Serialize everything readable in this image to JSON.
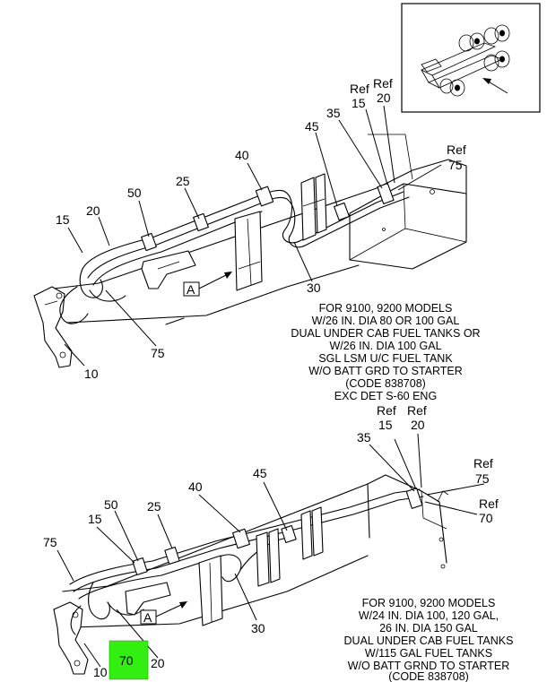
{
  "inset": {
    "label": "vehicle-location-inset"
  },
  "top_view": {
    "callouts": {
      "c15": "15",
      "c20": "20",
      "c50": "50",
      "c25": "25",
      "c40": "40",
      "c45": "45",
      "c35": "35",
      "c30": "30",
      "c75": "75",
      "c10": "10",
      "ref15_a": "Ref",
      "ref15_b": "15",
      "ref20_a": "Ref",
      "ref20_b": "20",
      "ref75_a": "Ref",
      "ref75_b": "75"
    },
    "view_tag": "A",
    "note_lines": [
      "FOR 9100, 9200 MODELS",
      "W/26 IN. DIA 80 OR 100 GAL",
      "DUAL UNDER CAB FUEL TANKS OR",
      "W/26 IN. DIA 100 GAL",
      "SGL LSM U/C FUEL TANK",
      "W/O BATT GRD TO STARTER",
      "(CODE 838708)",
      "EXC DET S-60 ENG"
    ]
  },
  "bottom_view": {
    "callouts": {
      "c75": "75",
      "c15": "15",
      "c50": "50",
      "c25": "25",
      "c40": "40",
      "c45": "45",
      "c35": "35",
      "c30": "30",
      "c10": "10",
      "c70": "70",
      "c20": "20",
      "ref15_a": "Ref",
      "ref15_b": "15",
      "ref20_a": "Ref",
      "ref20_b": "20",
      "ref75_a": "Ref",
      "ref75_b": "75",
      "ref70_a": "Ref",
      "ref70_b": "70"
    },
    "view_tag": "A",
    "note_lines": [
      "FOR 9100, 9200 MODELS",
      "W/24 IN. DIA 100, 120 GAL,",
      "26 IN. DIA 150 GAL",
      "DUAL UNDER CAB FUEL TANKS",
      "W/115 GAL FUEL TANKS",
      "W/O BATT GRND TO STARTER",
      "(CODE 838708)"
    ],
    "highlight_color": "#33ee11"
  }
}
